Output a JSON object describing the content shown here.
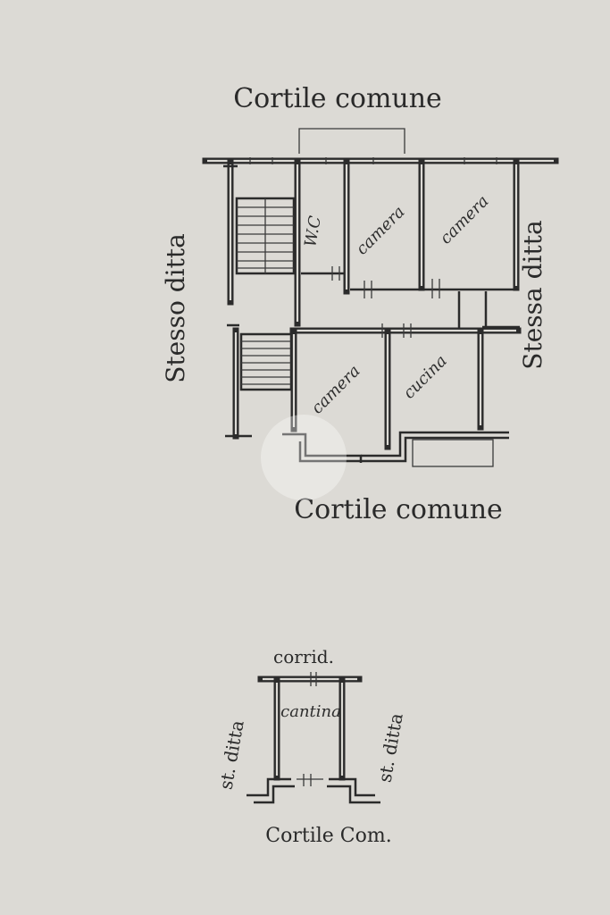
{
  "labels": {
    "top": "Cortile comune",
    "bottom": "Cortile comune",
    "left": "Stesso ditta",
    "right": "Stessa ditta"
  },
  "rooms": {
    "wc": "W.C",
    "camera_a": "camera",
    "camera_b": "camera",
    "camera_c": "camera",
    "cucina": "cucina"
  },
  "cellar": {
    "top": "corrid.",
    "room": "cantina",
    "left": "st. ditta",
    "right": "st. ditta",
    "bottom": "Cortile Com."
  },
  "colors": {
    "paper": "#dcdad5",
    "ink": "#2b2b2b"
  }
}
